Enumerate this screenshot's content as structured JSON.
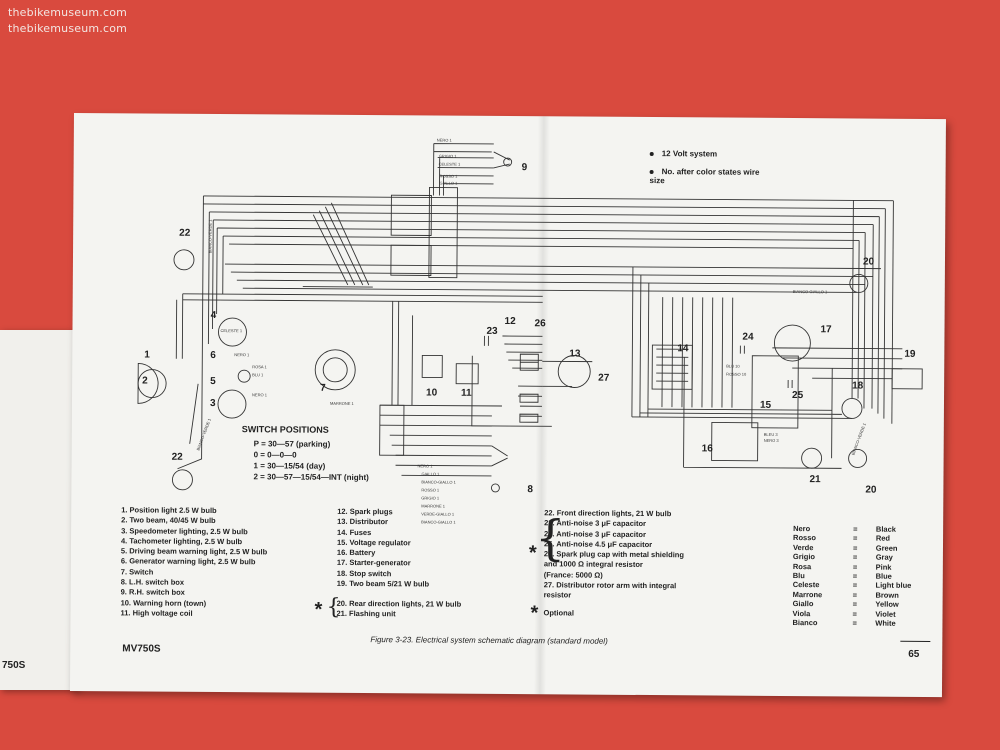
{
  "watermark": [
    "thebikemuseum.com",
    "thebikemuseum.com"
  ],
  "left_page_fragment": "750S",
  "notes": [
    "12 Volt system",
    "No. after color states wire size"
  ],
  "switch_positions": {
    "title": "SWITCH POSITIONS",
    "rows": [
      "P = 30—57 (parking)",
      "0 = 0—0—0",
      "1 = 30—15/54 (day)",
      "2 = 30—57—15/54—INT (night)"
    ]
  },
  "component_numbers": [
    "1",
    "2",
    "3",
    "4",
    "5",
    "6",
    "7",
    "8",
    "9",
    "10",
    "11",
    "12",
    "13",
    "14",
    "15",
    "16",
    "17",
    "18",
    "19",
    "20",
    "20",
    "21",
    "22",
    "22",
    "23",
    "24",
    "25",
    "26",
    "27"
  ],
  "wire_labels": [
    "NERO 1",
    "GRIGIO 1",
    "CELESTE 1",
    "ROSSO 1",
    "GIALLO 1",
    "BIANCO-GIALLO 1",
    "CELESTE 1",
    "NERO 1",
    "ROSA 1",
    "BLU 1",
    "NERO 1",
    "MARRONE 1",
    "NERO 1",
    "GIALLO 1",
    "BIANCO-GIALLO 1",
    "ROSSO 1",
    "GRIGIO 1",
    "MARRONE 1",
    "VERDE-GIALLO 1",
    "BIANCO-GIALLO 1",
    "BIANCO-VERDE 1",
    "BIANCO-VERDE 1",
    "BIANCO-VERDE 1",
    "BLU 10",
    "ROSSO 10",
    "BLEU 3",
    "NERO 3"
  ],
  "legend": {
    "col1": [
      "1.  Position light 2.5 W bulb",
      "2.  Two beam, 40/45 W bulb",
      "3.  Speedometer lighting, 2.5 W bulb",
      "4.  Tachometer lighting, 2.5 W bulb",
      "5.  Driving beam warning light, 2.5 W bulb",
      "6.  Generator warning light, 2.5 W bulb",
      "7.  Switch",
      "8.  L.H. switch box",
      "9.  R.H. switch box",
      "10. Warning horn (town)",
      "11. High voltage coil"
    ],
    "col2": [
      "12. Spark plugs",
      "13. Distributor",
      "14. Fuses",
      "15. Voltage regulator",
      "16. Battery",
      "17. Starter-generator",
      "18. Stop switch",
      "19. Two beam 5/21 W bulb"
    ],
    "col2b": [
      "20. Rear direction lights, 21 W bulb",
      "21. Flashing unit"
    ],
    "col3": [
      "22. Front direction lights, 21 W bulb",
      "23. Anti-noise 3 μF capacitor",
      "24. Anti-noise 3 μF capacitor",
      "25. Anti-noise 4.5 μF capacitor",
      "26. Spark plug cap with metal shielding",
      "      and 1000 Ω integral resistor",
      "      (France: 5000 Ω)",
      "27. Distributor rotor arm with integral",
      "      resistor"
    ],
    "optional": "Optional",
    "asterisk": "*"
  },
  "colors": [
    {
      "it": "Nero",
      "en": "Black"
    },
    {
      "it": "Rosso",
      "en": "Red"
    },
    {
      "it": "Verde",
      "en": "Green"
    },
    {
      "it": "Grigio",
      "en": "Gray"
    },
    {
      "it": "Rosa",
      "en": "Pink"
    },
    {
      "it": "Blu",
      "en": "Blue"
    },
    {
      "it": "Celeste",
      "en": "Light blue"
    },
    {
      "it": "Marrone",
      "en": "Brown"
    },
    {
      "it": "Giallo",
      "en": "Yellow"
    },
    {
      "it": "Viola",
      "en": "Violet"
    },
    {
      "it": "Bianco",
      "en": "White"
    }
  ],
  "color_eq": "=",
  "caption": "Figure 3-23.  Electrical system schematic diagram (standard model)",
  "footer": {
    "left": "MV750S",
    "right": "65"
  },
  "palette": {
    "background": "#d94a3e",
    "paper": "#f4f4f1",
    "ink": "#222222"
  }
}
